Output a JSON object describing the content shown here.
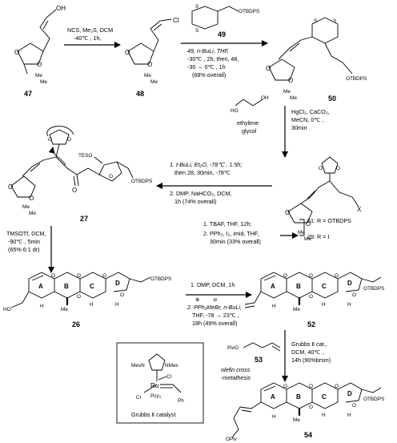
{
  "compounds": {
    "c47": "47",
    "c48": "48",
    "c49": "49",
    "c50": "50",
    "c27": "27",
    "c26": "26",
    "c52": "52",
    "c53": "53",
    "c54": "54"
  },
  "atoms": {
    "oh": "OH",
    "o": "O",
    "s": "S",
    "cl": "Cl",
    "me": "Me",
    "h": "H",
    "x": "X",
    "tbdps": "OTBDPS",
    "teso": "TESO",
    "ho": "HO",
    "piv": "PivO",
    "opiv": "OPiv"
  },
  "rings": {
    "a": "A",
    "b": "B",
    "c": "C",
    "d": "D"
  },
  "arrow1": {
    "l1": "NCS, Me₂S, DCM",
    "l2": "-40℃ , 1h,"
  },
  "arrow2": {
    "l1": "49, n-BuLi, THF,",
    "l2": "-30℃ , 2h; then, 48,",
    "l3": "-30 → 0℃ , 1h",
    "l4": "(68% overall)"
  },
  "arrow3": {
    "l1": "HgCl₂, CaCO₃,",
    "l2": "MeCN, 0℃ ,",
    "l3": "30min",
    "reagent_a": "ethylene",
    "reagent_b": "glycol"
  },
  "arrow4": {
    "l1": "1. t-BuLi, Et₂O, -78℃ , 1.5h;",
    "l2": "then 28, 30min, -78℃",
    "l3": "2. DMP, NaHCO₃, DCM,",
    "l4": "1h (74% overall)"
  },
  "arrow5": {
    "l1": "1. TBAF, THF, 12h;",
    "l2": "2. PPh₃, I₂, imid, THF,",
    "l3": "30min (33% overall)",
    "r1": "51: R = OTBDPS",
    "r2": "29: R = I"
  },
  "arrow6": {
    "l1": "TMSOTf, DCM,",
    "l2": "-90℃ , 5min",
    "l3": "(65% 6:1 dr)"
  },
  "arrow7": {
    "l1": "1. DMP, DCM, 1h",
    "plus": "⊕",
    "minus": "⊖",
    "l2": "2. PPh₃MeBr, n-BuLi,",
    "l3": "THF, -78 → 23℃ ,",
    "l4": "18h (49% overall)"
  },
  "arrow8": {
    "l1": "Grubbs Ⅱ cat.,",
    "l2": "DCM, 40℃ ,",
    "l3": "14h (90%brsm)"
  },
  "annotation": {
    "l1": "olefin cross",
    "l2": "-metathesis"
  },
  "catalyst": {
    "title": "Grubbs Ⅱ catalyst",
    "mes1": "MesN",
    "mes2": "NMes",
    "ru": "Ru",
    "cl1": "Cl",
    "cl2": "Cl",
    "pcy": "Pcy₃",
    "ph": "Ph"
  }
}
